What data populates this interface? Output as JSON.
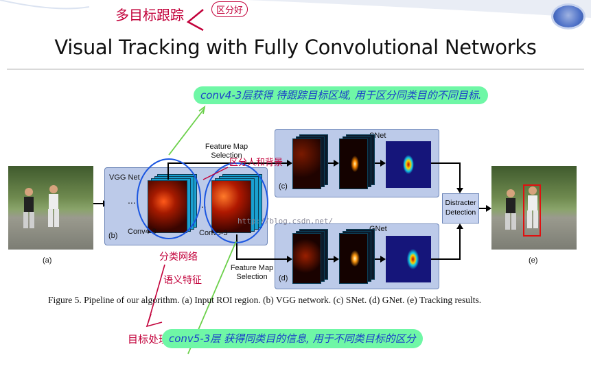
{
  "slide": {
    "title": "Visual Tracking with Fully Convolutional Networks",
    "logo_text": ""
  },
  "annotations": {
    "top_left": "多目标跟踪",
    "top_left_bubble": "区分好",
    "green_top": "conv4-3层获得 待跟踪目标区域, 用于区分同类目的不同目标.",
    "red_mid": "区分人和背景",
    "red_left_1": "分类网络",
    "red_left_2": "语义特征",
    "red_bottom": "目标处理",
    "green_bottom": "conv5-3层 获得同类目的信息, 用于不同类目标的区分"
  },
  "figure": {
    "vgg_label": "VGG Net",
    "conv4_label": "Conv4-3",
    "conv5_label": "Conv5-3",
    "ellipsis": "...",
    "feature_map_top": "Feature Map Selection",
    "feature_map_bottom": "Feature Map Selection",
    "snet": "SNet",
    "gnet": "GNet",
    "distracter": "Distracter Detection",
    "watermark": "http://blog.csdn.net/",
    "labels": {
      "a": "(a)",
      "b": "(b)",
      "c": "(c)",
      "d": "(d)",
      "e": "(e)"
    }
  },
  "caption": "Figure 5. Pipeline of our algorithm. (a) Input ROI region. (b) VGG network. (c) SNet. (d) GNet. (e) Tracking results.",
  "colors": {
    "highlight_green": "#6ff7a6",
    "ink_red": "#c2003a",
    "ink_blue": "#1a40c8",
    "panel_blue": "#bccae9"
  }
}
